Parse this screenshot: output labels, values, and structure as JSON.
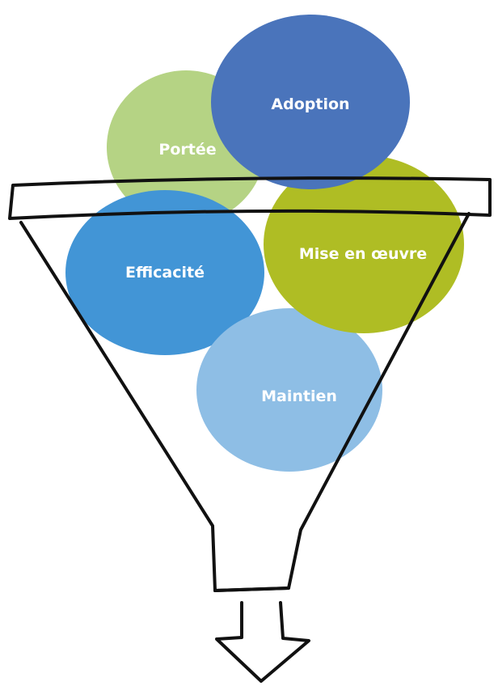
{
  "diagram": {
    "items": [
      {
        "label": "Portée",
        "color": "#b5d384"
      },
      {
        "label": "Adoption",
        "color": "#4a74bb"
      },
      {
        "label": "Efficacité",
        "color": "#4295d6"
      },
      {
        "label": "Mise en œuvre",
        "color": "#afbd24"
      },
      {
        "label": "Maintien",
        "color": "#8ebee5"
      }
    ]
  }
}
